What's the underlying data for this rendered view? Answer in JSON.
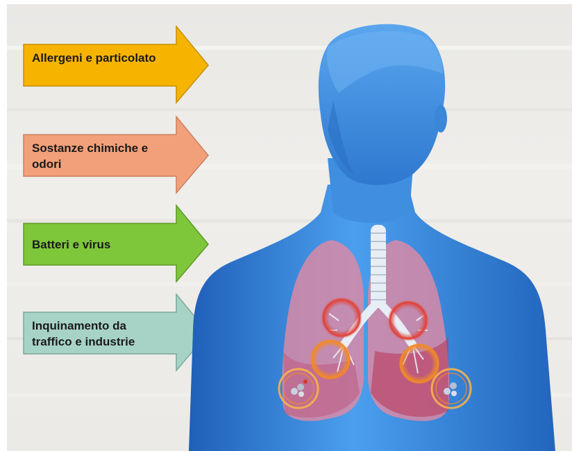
{
  "arrows": [
    {
      "label": "Allergeni e particolato",
      "color": "#f6b400",
      "stroke": "#c78f00"
    },
    {
      "label": "Sostanze chimiche e odori",
      "color": "#f2a07a",
      "stroke": "#c9805e"
    },
    {
      "label": "Batteri e virus",
      "color": "#7ec63a",
      "stroke": "#5e9a28"
    },
    {
      "label": "Inquinamento da traffico e industrie",
      "color": "#a7d3c6",
      "stroke": "#7aa89a"
    }
  ],
  "colors": {
    "body": "#3d8fe0",
    "lung": "#d98aa6",
    "marker_red": "#e0463c",
    "marker_orange": "#f08a2a"
  }
}
